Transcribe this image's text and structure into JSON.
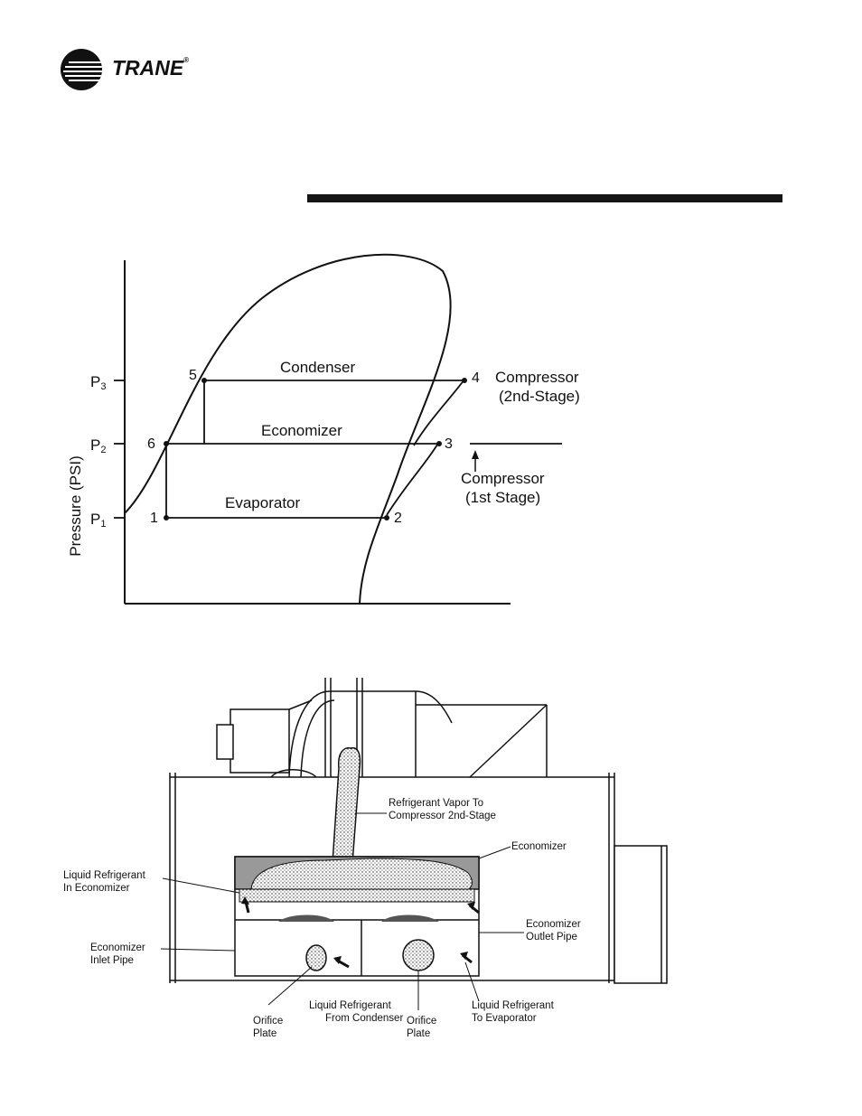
{
  "brand": {
    "name": "TRANE",
    "trademark": "®"
  },
  "ph_diagram": {
    "axis_label": "Pressure (PSI)",
    "pressure_levels": [
      {
        "sym": "P",
        "sub": "3"
      },
      {
        "sym": "P",
        "sub": "2"
      },
      {
        "sym": "P",
        "sub": "1"
      }
    ],
    "states": [
      "1",
      "2",
      "3",
      "4",
      "5",
      "6"
    ],
    "process_labels": {
      "condenser": "Condenser",
      "economizer": "Economizer",
      "evaporator": "Evaporator"
    },
    "stage2_label": {
      "line1": "Compressor",
      "line2": "(2nd-Stage)"
    },
    "stage1_label": {
      "line1": "Compressor",
      "line2": "(1st Stage)"
    }
  },
  "economizer_drawing": {
    "callouts": {
      "vapor_to_2nd": {
        "line1": "Refrigerant Vapor To",
        "line2": "Compressor 2nd-Stage"
      },
      "economizer": {
        "line1": "Economizer"
      },
      "liquid_in_econ": {
        "line1": "Liquid Refrigerant",
        "line2": "In Economizer"
      },
      "outlet_pipe": {
        "line1": "Economizer",
        "line2": "Outlet Pipe"
      },
      "inlet_pipe": {
        "line1": "Economizer",
        "line2": "Inlet Pipe"
      },
      "orifice_left": {
        "line1": "Orifice",
        "line2": "Plate"
      },
      "from_condenser": {
        "line1": "Liquid Refrigerant",
        "line2": "From Condenser"
      },
      "orifice_right": {
        "line1": "Orifice",
        "line2": "Plate"
      },
      "to_evaporator": {
        "line1": "Liquid Refrigerant",
        "line2": "To Evaporator"
      }
    }
  }
}
